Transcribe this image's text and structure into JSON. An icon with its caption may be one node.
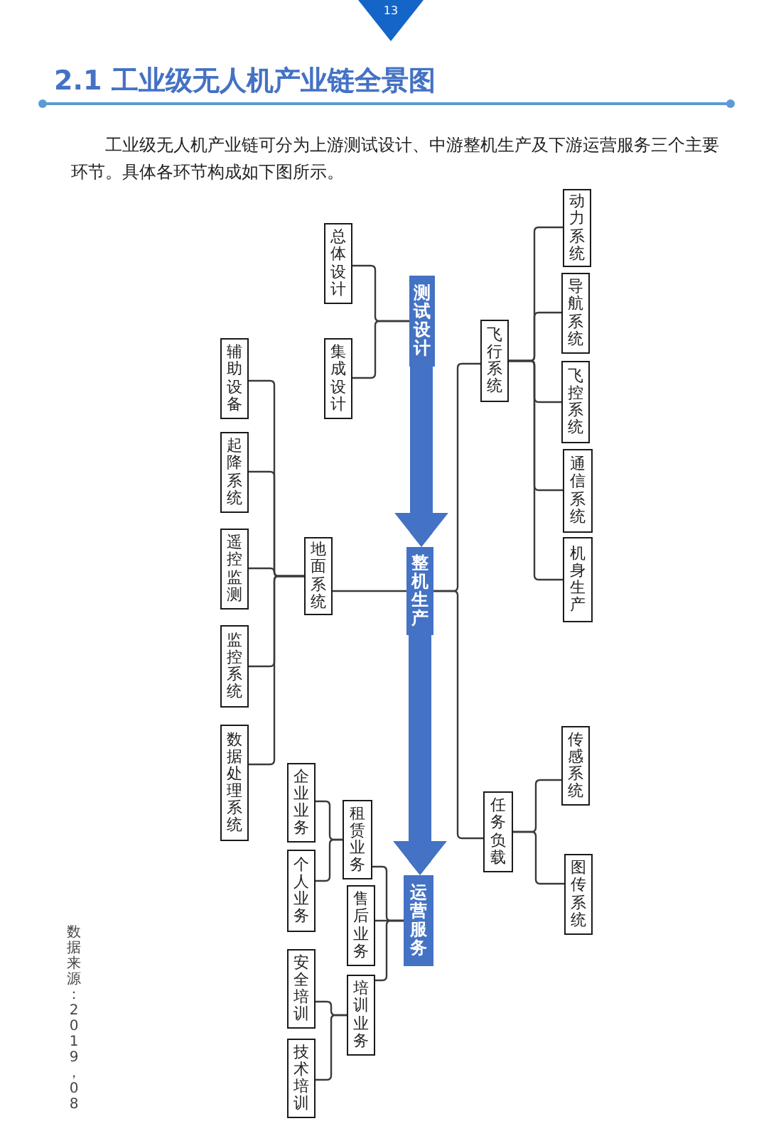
{
  "diagram": {
    "title": "2.1 工业级无人机产业链全景图",
    "nodes": [
      {
        "text": [
          "测试设计"
        ]
      },
      {
        "text": [
          "总体设计"
        ]
      },
      {
        "text": [
          "集成设计"
        ]
      },
      {
        "text": [
          "整机生产"
        ]
      },
      {
        "text": [
          "地面系统"
        ]
      },
      {
        "text": [
          "辅助设备"
        ]
      },
      {
        "text": [
          "起降系统"
        ]
      },
      {
        "text": [
          "遥控监测"
        ]
      },
      {
        "text": [
          "监控系统"
        ]
      },
      {
        "text": [
          "数据处理系统"
        ]
      },
      {
        "text": [
          "飞行系统"
        ]
      },
      {
        "text": [
          "动力系统"
        ]
      },
      {
        "text": [
          "导航系统"
        ]
      },
      {
        "text": [
          "飞控系统"
        ]
      },
      {
        "text": [
          "通信系统"
        ]
      },
      {
        "text": [
          "机身生产"
        ]
      },
      {
        "text": [
          "任务负载"
        ]
      },
      {
        "text": [
          "传感系统"
        ]
      },
      {
        "text": [
          "图传系统"
        ]
      },
      {
        "text": [
          "运营服务"
        ]
      },
      {
        "text": [
          "租赁业务"
        ]
      },
      {
        "text": [
          "企业业务"
        ]
      },
      {
        "text": [
          "个人业务"
        ]
      },
      {
        "text": [
          "售后业务"
        ]
      },
      {
        "text": [
          "培训业务"
        ]
      },
      {
        "text": [
          "安全培训"
        ]
      },
      {
        "text": [
          "技术培训"
        ]
      }
    ],
    "edges": [
      {
        "from": 0,
        "to": 3,
        "arrow": "to",
        "style": "thick",
        "color": "#4472c4"
      },
      {
        "from": 3,
        "to": 19,
        "arrow": "to",
        "style": "thick",
        "color": "#4472c4"
      },
      {
        "from": 0,
        "to": 1,
        "arrow": "none"
      },
      {
        "from": 0,
        "to": 2,
        "arrow": "none"
      },
      {
        "from": 3,
        "to": 4,
        "arrow": "none"
      },
      {
        "from": 4,
        "to": 5,
        "arrow": "none"
      },
      {
        "from": 4,
        "to": 6,
        "arrow": "none"
      },
      {
        "from": 4,
        "to": 7,
        "arrow": "none"
      },
      {
        "from": 4,
        "to": 8,
        "arrow": "none"
      },
      {
        "from": 4,
        "to": 9,
        "arrow": "none"
      },
      {
        "from": 3,
        "to": 10,
        "arrow": "none"
      },
      {
        "from": 10,
        "to": 11,
        "arrow": "none"
      },
      {
        "from": 10,
        "to": 12,
        "arrow": "none"
      },
      {
        "from": 10,
        "to": 13,
        "arrow": "none"
      },
      {
        "from": 10,
        "to": 14,
        "arrow": "none"
      },
      {
        "from": 10,
        "to": 15,
        "arrow": "none"
      },
      {
        "from": 3,
        "to": 16,
        "arrow": "none"
      },
      {
        "from": 16,
        "to": 17,
        "arrow": "none"
      },
      {
        "from": 16,
        "to": 18,
        "arrow": "none"
      },
      {
        "from": 19,
        "to": 20,
        "arrow": "none"
      },
      {
        "from": 19,
        "to": 23,
        "arrow": "none"
      },
      {
        "from": 19,
        "to": 24,
        "arrow": "none"
      },
      {
        "from": 20,
        "to": 21,
        "arrow": "none"
      },
      {
        "from": 20,
        "to": 22,
        "arrow": "none"
      },
      {
        "from": 24,
        "to": 25,
        "arrow": "none"
      },
      {
        "from": 24,
        "to": 26,
        "arrow": "none"
      }
    ],
    "labels": [
      "13",
      "工业级无人机产业链可分为上游测试设计、中游整机生产及下游运营服务三个主要环节。具体各环节构成如下图所示。",
      "数据来源：2019，08"
    ]
  }
}
